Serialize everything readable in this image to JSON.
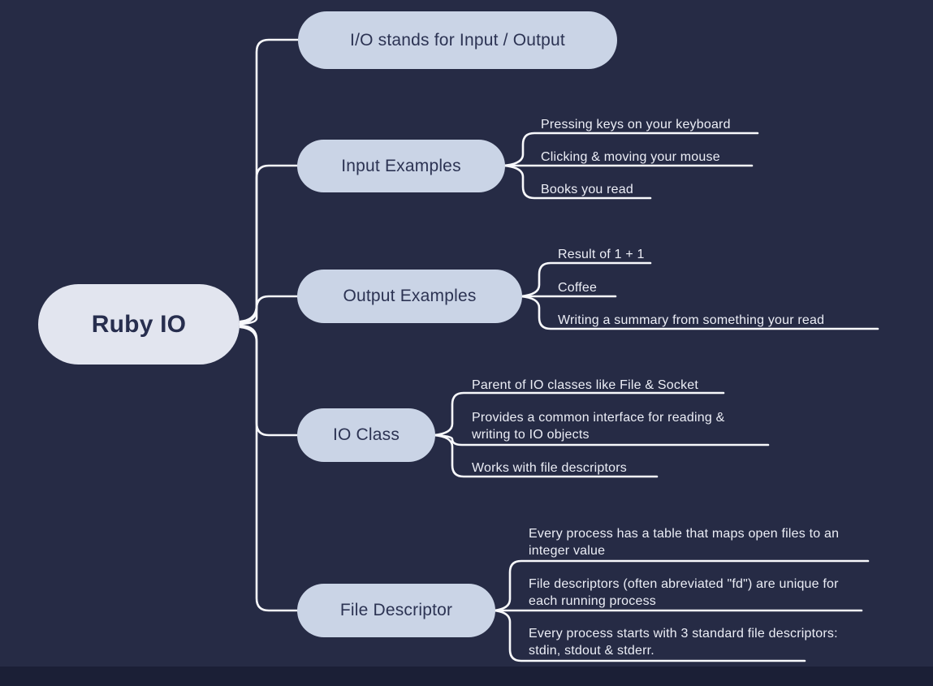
{
  "colors": {
    "background": "#262b45",
    "root_node_fill": "#e2e5ef",
    "branch_node_fill": "#cad4e6",
    "node_text": "#2c3353",
    "leaf_text": "#eceef6",
    "connector": "#f8f9fc"
  },
  "root": {
    "label": "Ruby IO"
  },
  "branches": [
    {
      "label": "I/O stands for Input / Output",
      "children": []
    },
    {
      "label": "Input Examples",
      "children": [
        {
          "text": "Pressing keys on your keyboard"
        },
        {
          "text": "Clicking & moving your mouse"
        },
        {
          "text": "Books you read"
        }
      ]
    },
    {
      "label": "Output Examples",
      "children": [
        {
          "text": "Result of 1 + 1"
        },
        {
          "text": "Coffee"
        },
        {
          "text": "Writing a summary  from something your read"
        }
      ]
    },
    {
      "label": "IO Class",
      "children": [
        {
          "text": "Parent of IO classes like File & Socket"
        },
        {
          "text": "Provides a common interface for reading & writing to IO objects"
        },
        {
          "text": "Works with file descriptors"
        }
      ]
    },
    {
      "label": "File Descriptor",
      "children": [
        {
          "text": "Every process has a table that maps open files to an integer value"
        },
        {
          "text": "File descriptors (often abreviated \"fd\") are unique for each running process"
        },
        {
          "text": "Every process starts with 3 standard file descriptors: stdin, stdout & stderr."
        }
      ]
    }
  ]
}
